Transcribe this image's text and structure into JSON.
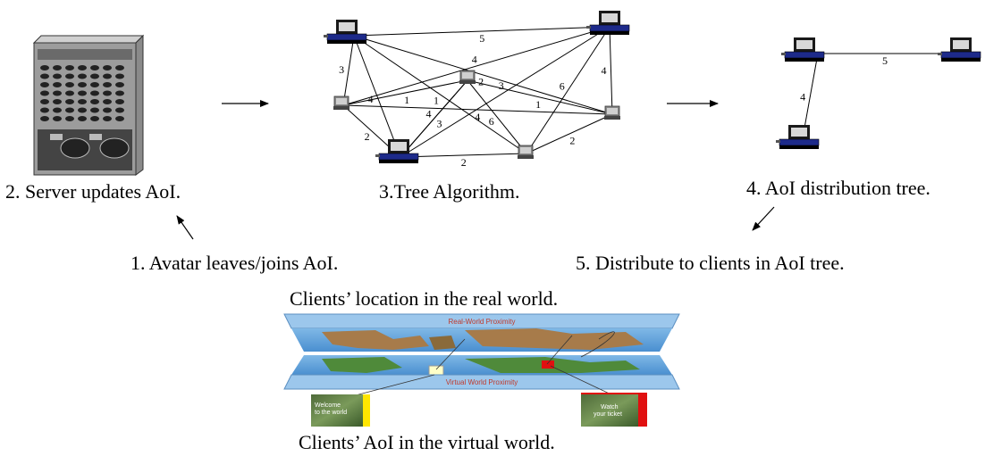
{
  "captions": {
    "server": "2. Server updates AoI.",
    "tree_algorithm": "3.Tree Algorithm.",
    "distribution_tree": "4. AoI distribution tree.",
    "avatar": "1. Avatar leaves/joins AoI.",
    "distribute": "5. Distribute to clients in AoI tree.",
    "real_world": "Clients’ location in the real world.",
    "virtual_world": "Clients’ AoI in the virtual world."
  },
  "map": {
    "top_label": "Real-World Proximity",
    "bottom_label": "Virtual World Proximity"
  },
  "thumbnails": {
    "left_text": [
      "Welcome",
      "to the world"
    ],
    "right_text": [
      "Watch",
      "your ticket"
    ]
  },
  "graph_edges": [
    {
      "from": "n1",
      "to": "n3",
      "weight": "5"
    },
    {
      "from": "n1",
      "to": "n4",
      "weight": "3"
    },
    {
      "from": "n1",
      "to": "n6",
      "weight": "4"
    },
    {
      "from": "n1",
      "to": "n7",
      "weight": "1"
    },
    {
      "from": "n1",
      "to": "n5",
      "weight": "2"
    },
    {
      "from": "n3",
      "to": "n4",
      "weight": "4"
    },
    {
      "from": "n3",
      "to": "n6",
      "weight": "3"
    },
    {
      "from": "n3",
      "to": "n5",
      "weight": "4"
    },
    {
      "from": "n3",
      "to": "n7",
      "weight": "6"
    },
    {
      "from": "n2",
      "to": "n5",
      "weight": "1"
    },
    {
      "from": "n2",
      "to": "n6",
      "weight": "4"
    },
    {
      "from": "n2",
      "to": "n7",
      "weight": "6"
    },
    {
      "from": "n4",
      "to": "n2",
      "weight": "1"
    },
    {
      "from": "n4",
      "to": "n6",
      "weight": "2"
    },
    {
      "from": "n6",
      "to": "n7",
      "weight": "2"
    },
    {
      "from": "n7",
      "to": "n5",
      "weight": "2"
    },
    {
      "from": "n6",
      "to": "n2",
      "weight": "3"
    },
    {
      "from": "n4",
      "to": "n5",
      "weight": "4"
    }
  ],
  "tree_edges": [
    {
      "from": "t1",
      "to": "t2",
      "weight": "5"
    },
    {
      "from": "t1",
      "to": "t3",
      "weight": "4"
    }
  ]
}
